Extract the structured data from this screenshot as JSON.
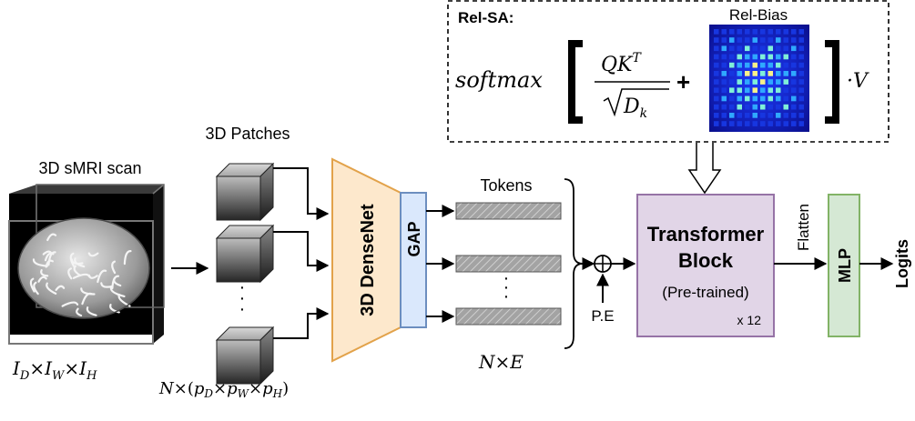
{
  "relsa": {
    "label": "Rel-SA:",
    "bias_label": "Rel-Bias",
    "softmax": "softmax",
    "numerator": "QK",
    "numerator_sup": "T",
    "denominator": "D",
    "denominator_sub": "k",
    "plus": "+",
    "times_v": "·V"
  },
  "input": {
    "title": "3D sMRI scan",
    "dim_i1": "I",
    "dim_s1": "D",
    "dim_i2": "I",
    "dim_s2": "W",
    "dim_i3": "I",
    "dim_s3": "H"
  },
  "patches": {
    "title": "3D Patches",
    "dims": "N×(p_D×p_W×p_H)"
  },
  "densenet": {
    "label": "3D DenseNet"
  },
  "gap": {
    "label": "GAP"
  },
  "tokens": {
    "title": "Tokens",
    "dims_n": "N",
    "dims_e": "E"
  },
  "pe": {
    "label": "P.E"
  },
  "transformer": {
    "title_line1": "Transformer",
    "title_line2": "Block",
    "subtitle": "(Pre-trained)",
    "repeat": "x 12"
  },
  "flatten": {
    "label": "Flatten"
  },
  "mlp": {
    "label": "MLP"
  },
  "output": {
    "label": "Logits"
  },
  "colors": {
    "densenet_fill": "#fde8cc",
    "densenet_stroke": "#e2a24a",
    "gap_fill": "#dae8fc",
    "gap_stroke": "#6c8ebf",
    "transformer_fill": "#e1d5e7",
    "transformer_stroke": "#9673a6",
    "mlp_fill": "#d5e8d4",
    "mlp_stroke": "#82b366",
    "token_fill": "#9a9a9a"
  }
}
